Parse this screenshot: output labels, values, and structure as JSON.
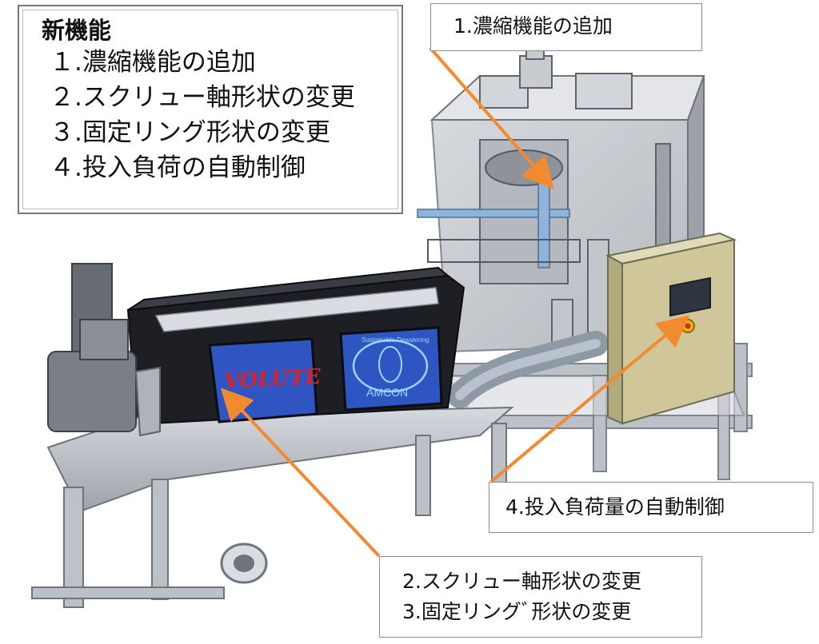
{
  "features": {
    "title": "新機能",
    "items": [
      "１.濃縮機能の追加",
      "２.スクリュー軸形状の変更",
      "３.固定リング形状の変更",
      "４.投入負荷の自動制御"
    ]
  },
  "callouts": {
    "concentration": "1.濃縮機能の追加",
    "load_control": "4.投入負荷量の自動制御",
    "screw_shaft": "2.スクリュー軸形状の変更",
    "fixed_ring": "3.固定リングﾞ形状の変更"
  },
  "panels": {
    "left_logo": "VOLUTE",
    "right_logo": "AMCON",
    "right_logo_arc": "Sustainable Dewatering"
  },
  "colors": {
    "arrow": "#f28a30",
    "machine_dark": "#1d1f25",
    "panel_blue": "#2f55c2",
    "frame": "#b9bfc7",
    "control_box": "#cfc79a"
  }
}
